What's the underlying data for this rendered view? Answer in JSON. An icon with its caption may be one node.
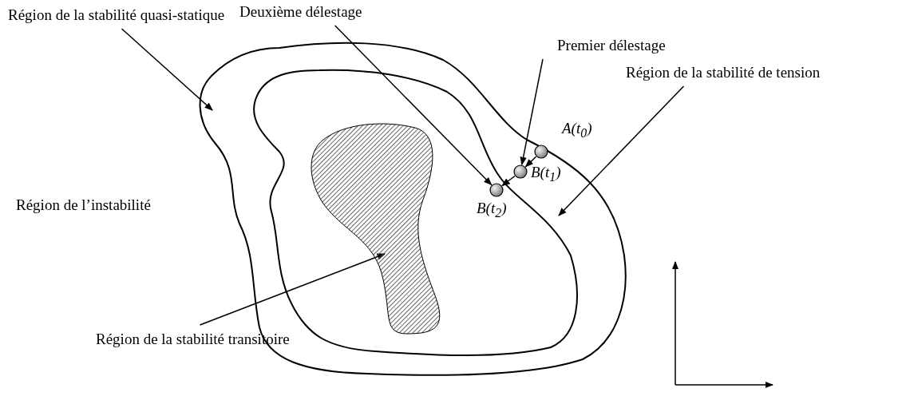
{
  "diagram": {
    "nodes": [
      {
        "text": [
          "Région de la stabilité quasi-statique"
        ]
      },
      {
        "text": [
          "Deuxième délestage"
        ]
      },
      {
        "text": [
          "Premier délestage"
        ]
      },
      {
        "text": [],
        "shape": "region"
      },
      {
        "text": [],
        "shape": "region",
        "in": 3
      },
      {
        "text": [],
        "shape": "region",
        "in": 4
      },
      {
        "text": [
          "A(t$_{0}$)"
        ],
        "in": 3
      },
      {
        "text": [
          "B(t$_{1}$)"
        ],
        "in": 3
      },
      {
        "text": [
          "B(t$_{2}$)"
        ],
        "in": 4
      },
      {
        "text": [
          "Région de la stabilité de tension"
        ]
      },
      {
        "text": [
          "Région de la stabilité transitoire"
        ]
      }
    ],
    "edges": [
      {
        "from": 0,
        "to": 3,
        "arrow": "to"
      },
      {
        "from": 1,
        "to": 8,
        "arrow": "to"
      },
      {
        "from": 2,
        "to": 7,
        "arrow": "to"
      },
      {
        "from": 6,
        "to": 7,
        "arrow": "to"
      },
      {
        "from": 7,
        "to": 8,
        "arrow": "to"
      },
      {
        "from": 9,
        "to": 4,
        "arrow": "to"
      },
      {
        "from": 10,
        "to": 5,
        "arrow": "to"
      }
    ],
    "labels": [
      "Région de l’instabilité"
    ]
  }
}
